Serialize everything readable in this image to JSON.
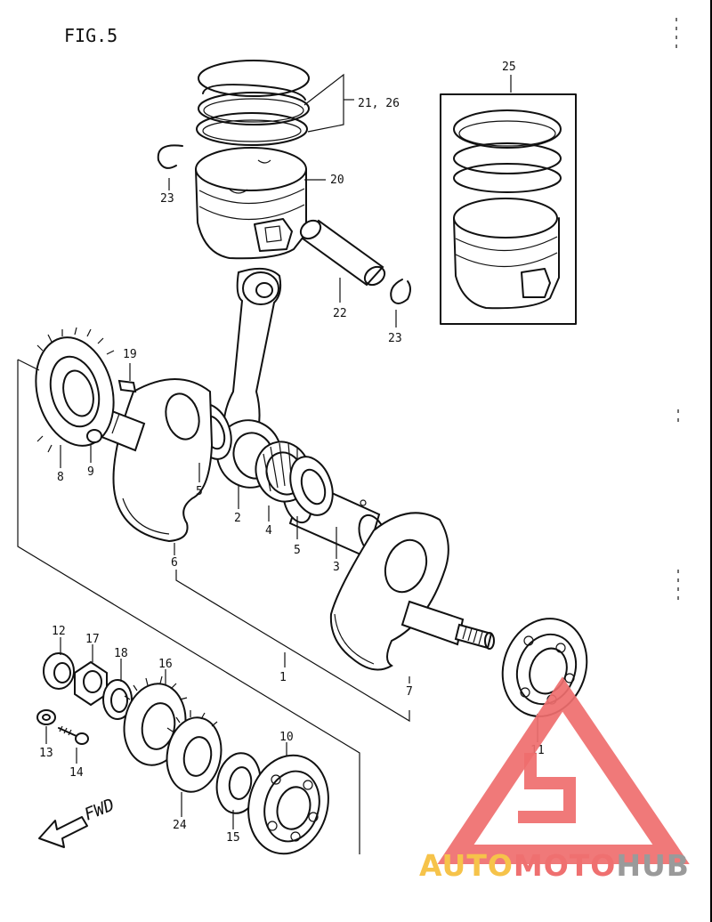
{
  "figure_title": "FIG.5",
  "direction_label": "FWD",
  "part_labels": {
    "l1": "1",
    "l2": "2",
    "l3": "3",
    "l4": "4",
    "l5a": "5",
    "l5b": "5",
    "l6": "6",
    "l7": "7",
    "l8": "8",
    "l9": "9",
    "l10": "10",
    "l11": "11",
    "l12": "12",
    "l13": "13",
    "l14": "14",
    "l15": "15",
    "l16": "16",
    "l17": "17",
    "l18": "18",
    "l19": "19",
    "l20": "20",
    "l21": "21, 26",
    "l22": "22",
    "l23a": "23",
    "l23b": "23",
    "l24": "24",
    "l25": "25"
  },
  "watermark": {
    "part1": "AUTO",
    "part2": "MOTO",
    "part3": "HUB",
    "colors": {
      "auto": "#f6c34a",
      "moto": "#ef7070",
      "hub": "#9a9a9a",
      "logo": "#ef6e6e"
    }
  }
}
